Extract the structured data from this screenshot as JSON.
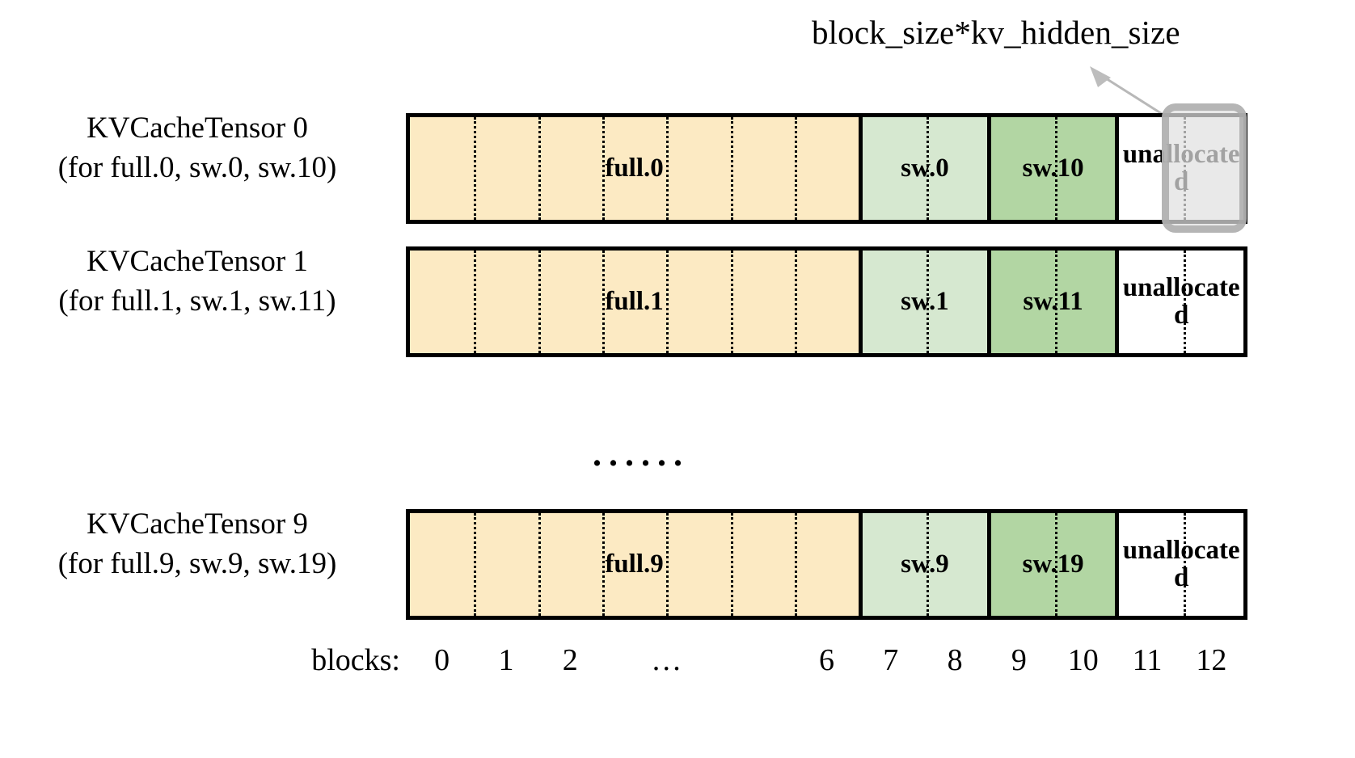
{
  "annotation": {
    "label": "block_size*kv_hidden_size",
    "arrow_icon": "arrow-up-left-icon",
    "highlight_target_block": 11
  },
  "colors": {
    "full": "#FCEAC3",
    "sliding_window_a": "#D6E8D0",
    "sliding_window_b": "#B2D6A3",
    "unallocated": "#FFFFFF",
    "border": "#000000",
    "highlight": "#AAAAAA"
  },
  "rows": [
    {
      "label_line1": "KVCacheTensor 0",
      "label_line2": "(for full.0, sw.0, sw.10)",
      "segments": [
        {
          "text": "full.0",
          "kind": "full",
          "blocks": 7
        },
        {
          "text": "sw.0",
          "kind": "sliding_window_a",
          "blocks": 2
        },
        {
          "text": "sw.10",
          "kind": "sliding_window_b",
          "blocks": 2
        },
        {
          "text": "unallocated",
          "kind": "unallocated",
          "blocks": 2
        }
      ]
    },
    {
      "label_line1": "KVCacheTensor 1",
      "label_line2": "(for full.1, sw.1, sw.11)",
      "segments": [
        {
          "text": "full.1",
          "kind": "full",
          "blocks": 7
        },
        {
          "text": "sw.1",
          "kind": "sliding_window_a",
          "blocks": 2
        },
        {
          "text": "sw.11",
          "kind": "sliding_window_b",
          "blocks": 2
        },
        {
          "text": "unallocated",
          "kind": "unallocated",
          "blocks": 2
        }
      ]
    },
    {
      "label_line1": "KVCacheTensor 9",
      "label_line2": "(for full.9, sw.9, sw.19)",
      "segments": [
        {
          "text": "full.9",
          "kind": "full",
          "blocks": 7
        },
        {
          "text": "sw.9",
          "kind": "sliding_window_a",
          "blocks": 2
        },
        {
          "text": "sw.19",
          "kind": "sliding_window_b",
          "blocks": 2
        },
        {
          "text": "unallocated",
          "kind": "unallocated",
          "blocks": 2
        }
      ]
    }
  ],
  "ellipsis": "......",
  "blocks_axis": {
    "title": "blocks:",
    "ticks": [
      "0",
      "1",
      "2",
      "…",
      "6",
      "7",
      "8",
      "9",
      "10",
      "11",
      "12"
    ],
    "tick_block_index": [
      0,
      1,
      2,
      3.5,
      6,
      7,
      8,
      9,
      10,
      11,
      12
    ],
    "total_blocks": 13
  }
}
